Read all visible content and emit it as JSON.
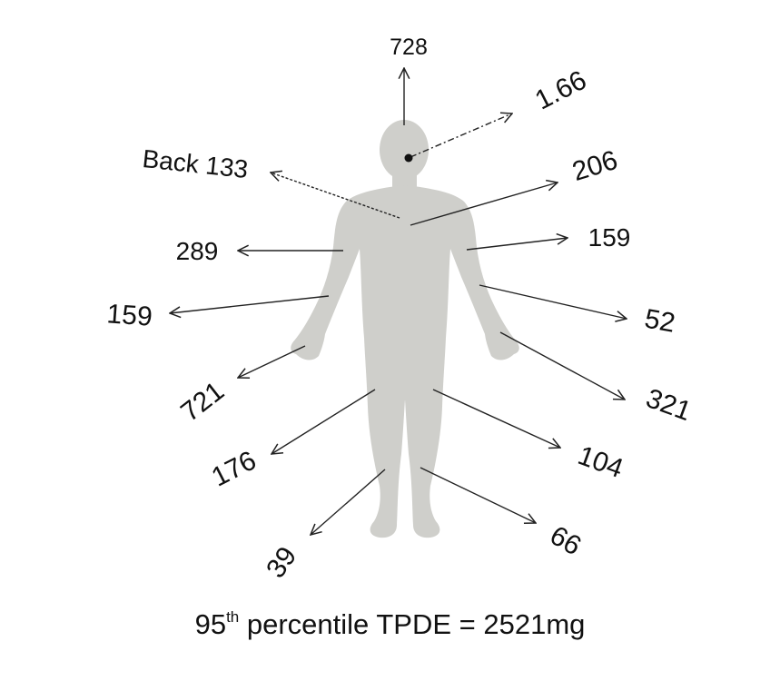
{
  "figure": {
    "labels": {
      "top": "728",
      "eye": "1.66",
      "back": "Back 133",
      "chest": "206",
      "left_upper_arm": "289",
      "right_upper_arm": "159",
      "left_forearm": "159",
      "right_forearm": "52",
      "left_hand": "721",
      "right_hand": "321",
      "left_thigh": "176",
      "right_thigh": "104",
      "left_foot": "39",
      "right_foot": "66"
    },
    "footer": {
      "prefix": "95",
      "superscript": "th",
      "text": " percentile TPDE = 2521mg"
    },
    "colors": {
      "silhouette": "#cfcfcb",
      "arrow": "#222222"
    }
  }
}
